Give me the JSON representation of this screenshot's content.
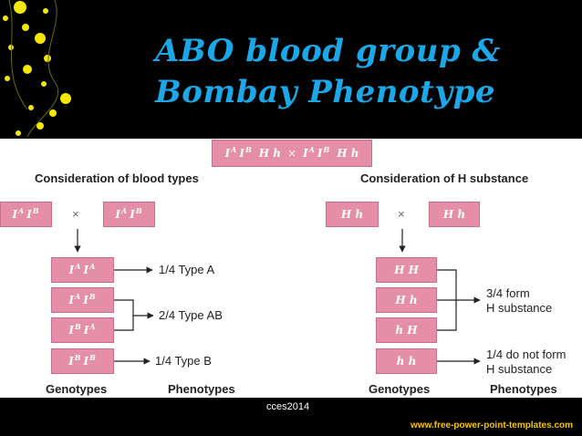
{
  "slide": {
    "title_line1": "ABO blood group &",
    "title_line2": "Bombay Phenotype",
    "footer_label": "cces2014",
    "website": "www.free-power-point-templates.com"
  },
  "diagram": {
    "cross_parents": {
      "a": "I",
      "asup": "A",
      "b": "I",
      "bsup": "B",
      "h": "H h",
      "x": "×"
    },
    "left": {
      "heading": "Consideration of blood types",
      "parent1": {
        "a": "I",
        "asup": "A",
        "b": "I",
        "bsup": "B"
      },
      "parent2": {
        "a": "I",
        "asup": "A",
        "b": "I",
        "bsup": "B"
      },
      "cross_symbol": "×",
      "genotypes": [
        {
          "a": "I",
          "asup": "A",
          "b": "I",
          "bsup": "A"
        },
        {
          "a": "I",
          "asup": "A",
          "b": "I",
          "bsup": "B"
        },
        {
          "a": "I",
          "asup": "B",
          "b": "I",
          "bsup": "A"
        },
        {
          "a": "I",
          "asup": "B",
          "b": "I",
          "bsup": "B"
        }
      ],
      "phenotypes": [
        "1/4 Type A",
        "2/4 Type AB",
        "1/4 Type B"
      ],
      "genotypes_label": "Genotypes",
      "phenotypes_label": "Phenotypes"
    },
    "right": {
      "heading": "Consideration of H substance",
      "parent1": "H h",
      "parent2": "H h",
      "cross_symbol": "×",
      "genotypes": [
        "H H",
        "H h",
        "h H",
        "h h"
      ],
      "phenotype1_line1": "3/4 form",
      "phenotype1_line2": "H substance",
      "phenotype2_line1": "1/4 do not form",
      "phenotype2_line2": "H substance",
      "genotypes_label": "Genotypes",
      "phenotypes_label": "Phenotypes"
    }
  },
  "colors": {
    "box_fill": "#e58ea8",
    "title": "#1aa8e8",
    "dots": "#f5e800",
    "website": "#f5c400"
  }
}
